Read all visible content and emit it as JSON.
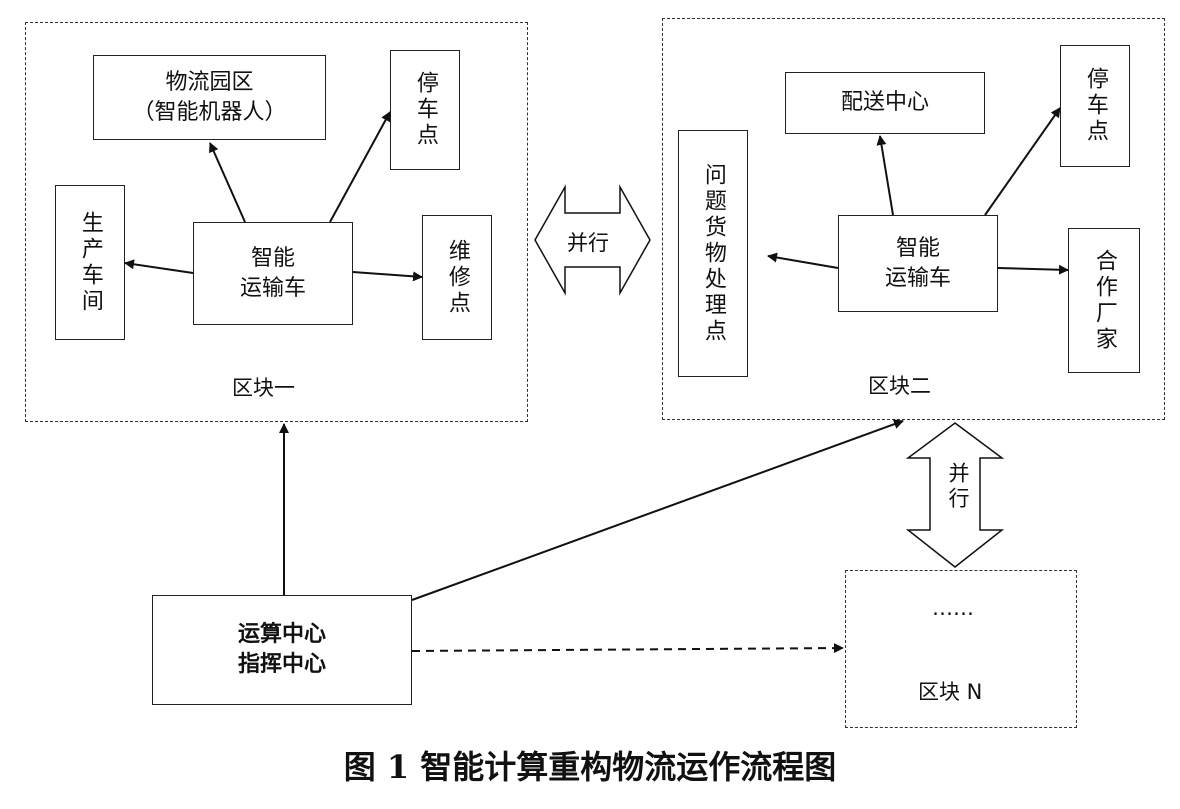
{
  "block1": {
    "label": "区块一",
    "park": {
      "line1": "物流园区",
      "line2": "（智能机器人）"
    },
    "stop": "停车点",
    "production": "生产车间",
    "vehicle": {
      "line1": "智能",
      "line2": "运输车"
    },
    "repair": "维修点"
  },
  "block2": {
    "label": "区块二",
    "distribution": "配送中心",
    "stop": "停车点",
    "problem": "问题货物处理点",
    "vehicle": {
      "line1": "智能",
      "line2": "运输车"
    },
    "partner": "合作厂家"
  },
  "blockN": {
    "ellipsis": "……",
    "label": "区块 N"
  },
  "parallel_h": "并行",
  "parallel_v": "并行",
  "center": {
    "line1": "运算中心",
    "line2": "指挥中心"
  },
  "caption": "图 1  智能计算重构物流运作流程图"
}
